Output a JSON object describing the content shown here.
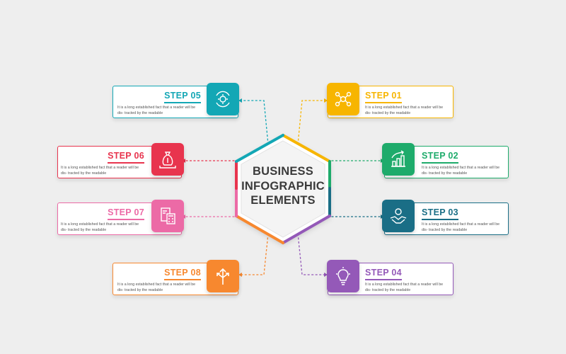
{
  "center": {
    "line1": "BUSINESS",
    "line2": "INFOGRAPHIC",
    "line3": "ELEMENTS"
  },
  "steps": [
    {
      "title": "STEP 01",
      "desc": "It is a long established fact that a reader will be dis- tracted by the readable",
      "color": "#f7b500",
      "icon": "gears-network-icon"
    },
    {
      "title": "STEP 02",
      "desc": "It is a long established fact that a reader will be dis- tracted by the readable",
      "color": "#1eab6b",
      "icon": "growth-chart-icon"
    },
    {
      "title": "STEP 03",
      "desc": "It is a long established fact that a reader will be dis- tracted by the readable",
      "color": "#1a6e86",
      "icon": "handshake-icon"
    },
    {
      "title": "STEP 04",
      "desc": "It is a long established fact that a reader will be dis- tracted by the readable",
      "color": "#9459b8",
      "icon": "lightbulb-icon"
    },
    {
      "title": "STEP 05",
      "desc": "It is a long established fact that a reader will be dis- tracted by the readable",
      "color": "#13a7b5",
      "icon": "cycle-gear-icon"
    },
    {
      "title": "STEP 06",
      "desc": "It is a long established fact that a reader will be dis- tracted by the readable",
      "color": "#e8344e",
      "icon": "money-bag-icon"
    },
    {
      "title": "STEP 07",
      "desc": "It is a long established fact that a reader will be dis- tracted by the readable",
      "color": "#ec6aa6",
      "icon": "calculator-document-icon"
    },
    {
      "title": "STEP 08",
      "desc": "It is a long established fact that a reader will be dis- tracted by the readable",
      "color": "#f7882f",
      "icon": "direction-arrows-icon"
    }
  ]
}
